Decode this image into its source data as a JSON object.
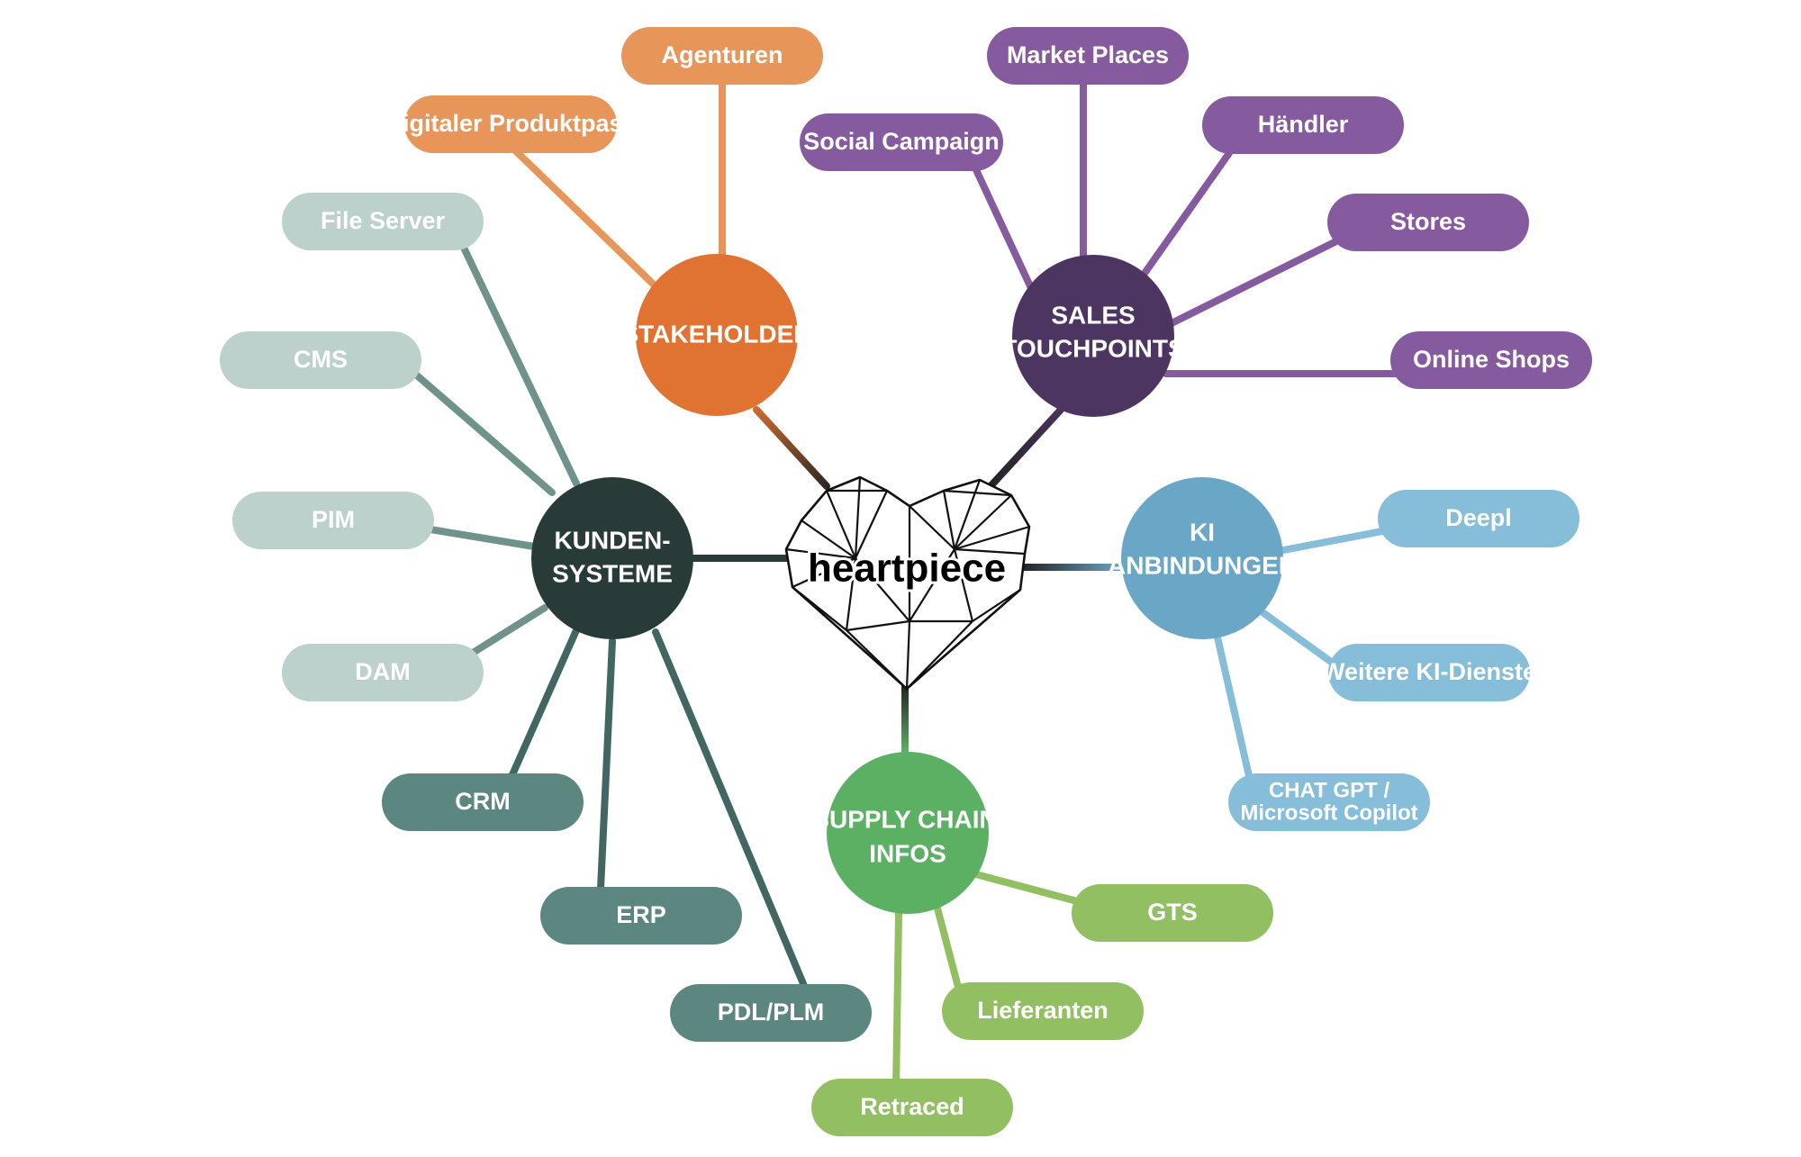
{
  "center": {
    "label": "heartpiece",
    "icon": "geometric-heart-icon"
  },
  "colors": {
    "stakeholder_hub": "#E07232",
    "stakeholder_leaf": "#E8955A",
    "sales_hub": "#4D3561",
    "sales_leaf": "#855A9F",
    "ki_hub": "#6AA6C5",
    "ki_leaf": "#86BDD9",
    "supply_hub": "#5CB063",
    "supply_leaf": "#92BF61",
    "kunden_hub": "#283B38",
    "kunden_leaf_light": "#BCD0CC",
    "kunden_leaf_dark": "#5C8680"
  },
  "hubs": {
    "stakeholder": {
      "lines": [
        "STAKEHOLDER"
      ],
      "leaves": [
        "Digitaler Produktpass",
        "Agenturen"
      ]
    },
    "sales": {
      "lines": [
        "SALES",
        "TOUCHPOINTS"
      ],
      "leaves": [
        "Social Campaign",
        "Market Places",
        "Händler",
        "Stores",
        "Online Shops"
      ]
    },
    "ki": {
      "lines": [
        "KI",
        "ANBINDUNGEN"
      ],
      "leaves": [
        "Deepl",
        "Weitere KI-Dienste",
        "CHAT GPT /",
        "Microsoft Copilot"
      ]
    },
    "supply": {
      "lines": [
        "SUPPLY CHAIN",
        "INFOS"
      ],
      "leaves": [
        "GTS",
        "Lieferanten",
        "Retraced"
      ]
    },
    "kunden": {
      "lines": [
        "KUNDEN-",
        "SYSTEME"
      ],
      "leaves": [
        "File Server",
        "CMS",
        "PIM",
        "DAM",
        "CRM",
        "ERP",
        "PDL/PLM"
      ]
    }
  }
}
